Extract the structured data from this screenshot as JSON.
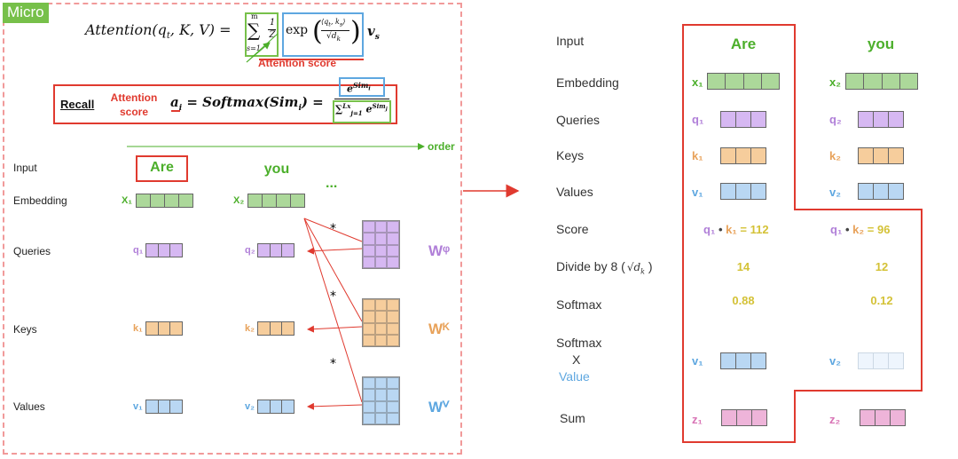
{
  "colors": {
    "green": "#4caf2b",
    "purple": "#b07fd8",
    "orange": "#e8a25a",
    "blue": "#5ea7e0",
    "pink": "#d873b5",
    "red": "#e03a2f",
    "yellow": "#d4c237",
    "fill_green": "#acd89a",
    "fill_purple": "#d6b8f2",
    "fill_orange": "#f6cd9c",
    "fill_blue": "#b9d7f3",
    "fill_pink": "#eeb4d9"
  },
  "micro_tag": "Micro",
  "formula": {
    "lhs": "Attention(q",
    "lhs_sub": "t",
    "lhs_rest": ", K, V) =",
    "sigma": "∑",
    "sigma_top": "m",
    "sigma_bottom": "s=1",
    "frac_num": "1",
    "frac_den": "Z",
    "exp": "exp",
    "inner_num": "⟨q",
    "inner_num_sub": "t",
    "inner_num_rest": ", k",
    "inner_num_sub2": "s",
    "inner_num_end": "⟩",
    "inner_den": "√d",
    "inner_den_sub": "k",
    "v": "v",
    "v_sub": "s",
    "attention_score_label": "Attention score"
  },
  "recall": {
    "label": "Recall",
    "attention_score_label": "Attention score",
    "expr": "a",
    "expr_sub": "i",
    "expr_rest": "= Softmax(Sim",
    "expr_sub2": "i",
    "expr_end": ") =",
    "frac_num": "e",
    "frac_num_sup": "Sim",
    "frac_num_sup_sub": "i",
    "frac_den_sigma": "∑",
    "frac_den_sigma_top": "Lx",
    "frac_den_sigma_bottom": "j=1",
    "frac_den_e": "e",
    "frac_den_sup": "Sim",
    "frac_den_sup_sub": "j"
  },
  "left": {
    "order_label": "order",
    "rows": {
      "input": "Input",
      "embedding": "Embedding",
      "queries": "Queries",
      "keys": "Keys",
      "values": "Values"
    },
    "words": [
      "Are",
      "you"
    ],
    "ellipsis": "...",
    "x_labels": [
      "X₁",
      "X₂"
    ],
    "q_labels": [
      "q₁",
      "q₂"
    ],
    "k_labels": [
      "k₁",
      "k₂"
    ],
    "v_labels": [
      "v₁",
      "v₂"
    ],
    "star": "*",
    "weights": [
      "Wᵠ",
      "Wᴷ",
      "Wⱽ"
    ]
  },
  "right": {
    "rows": {
      "input": "Input",
      "embedding": "Embedding",
      "queries": "Queries",
      "keys": "Keys",
      "values": "Values",
      "score": "Score",
      "divide": "Divide by 8 (",
      "divide_sqrt": "√d",
      "divide_sqrt_sub": "k",
      "divide_close": ")",
      "softmax": "Softmax",
      "softmax_x_1": "Softmax",
      "softmax_x_2": "X",
      "softmax_x_3": "Value",
      "sum": "Sum"
    },
    "words": [
      "Are",
      "you"
    ],
    "x_labels": [
      "x₁",
      "x₂"
    ],
    "q_labels": [
      "q₁",
      "q₂"
    ],
    "k_labels": [
      "k₁",
      "k₂"
    ],
    "v_labels": [
      "v₁",
      "v₂"
    ],
    "z_labels": [
      "z₁",
      "z₂"
    ],
    "score": [
      {
        "q": "q₁",
        "dot": "•",
        "k": "k₁",
        "eq": "= 112"
      },
      {
        "q": "q₁",
        "dot": "•",
        "k": "k₂",
        "eq": "= 96"
      }
    ],
    "divided": [
      "14",
      "12"
    ],
    "softmax": [
      "0.88",
      "0.12"
    ]
  }
}
